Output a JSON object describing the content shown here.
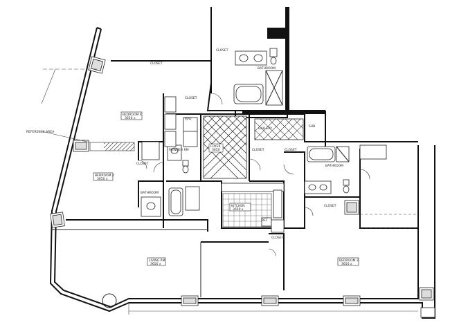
{
  "rooms": {
    "bedroom_4": {
      "name": "BEDROOM 4",
      "size": "3650 x"
    },
    "bedroom_2": {
      "name": "BEDROOM 2",
      "size": "3650 x"
    },
    "bedroom_3": {
      "name": "BEDROOM 3",
      "size": "3650 x"
    },
    "living_room": {
      "name": "LIVING RM",
      "size": "3650 x"
    },
    "kitchen": {
      "name": "KITCHEN",
      "size": "3650 x"
    },
    "foyer": {
      "name": "FOYER",
      "size": "3650"
    },
    "bathroom_main": {
      "name": "BATHROOM",
      "size": ""
    },
    "bathroom_2": {
      "name": "BATHROOM",
      "size": ""
    },
    "bathroom_3": {
      "name": "BATHROOM",
      "size": ""
    },
    "powder": {
      "name": "POWDER RM",
      "size": ""
    },
    "gallery": {
      "name": "GALLERY",
      "size": ""
    },
    "closet_labels": [
      "CLOSET",
      "CLOSET",
      "CLOSET",
      "CLOSET",
      "CLOSET",
      "CLOSET",
      "CLOSET",
      "CLOSET"
    ]
  },
  "annotations": {
    "reference_area": "REFERENCE AREA",
    "wd": "W/D",
    "sub_mark": "SUB",
    "ref": "REF"
  }
}
